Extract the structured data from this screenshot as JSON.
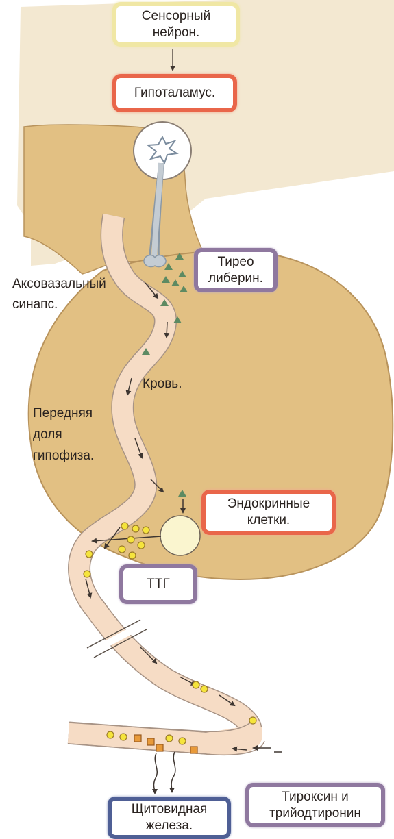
{
  "boxes": {
    "sensory_neuron": "Сенсорный\nнейрон.",
    "hypothalamus": "Гипоталамус.",
    "thyroliberin": "Тирео\nлиберин.",
    "endocrine_cells": "Эндокринные\nклетки.",
    "ttg": "ТТГ",
    "thyroid": "Щитовидная\nжелеза.",
    "thyroxine": "Тироксин и\nтрийодтиронин"
  },
  "labels": {
    "axovasal_synapse": "Аксовазальный\nсинапс.",
    "blood": "Кровь.",
    "anterior_pituitary": "Передняя\nдоля\nгипофиза."
  },
  "colors": {
    "tissue": "#e2c083",
    "tissue_outline": "#b8935c",
    "background_light": "#f3e8d1",
    "vessel": "#f6dcc5",
    "vessel_outline": "#a79385",
    "triangle": "#5d8a62",
    "particle_yellow": "#f5e43c",
    "particle_orange": "#e89a3a",
    "box_yellow": "#f0e7a4",
    "box_orange": "#e9664a",
    "box_purple": "#8f789f",
    "box_blue": "#4f5f95"
  }
}
